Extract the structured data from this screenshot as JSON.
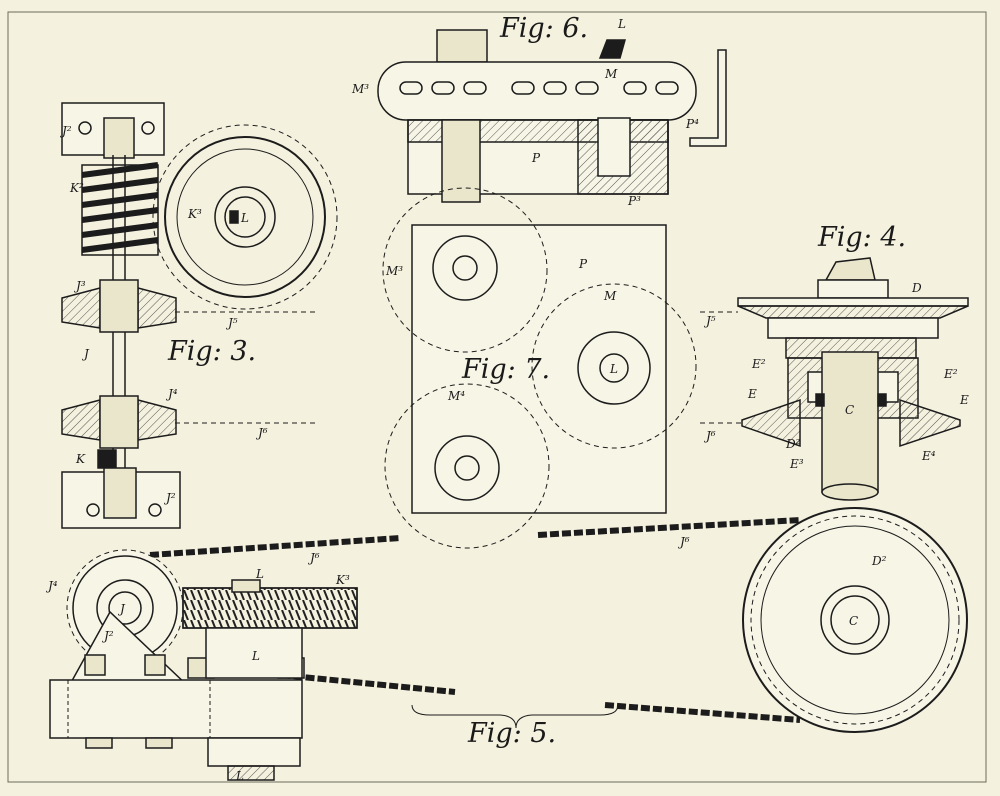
{
  "colors": {
    "paper": "#f4f1de",
    "ink": "#1c1c1c",
    "hatch": "#555555"
  },
  "figures": {
    "fig3": "Fig: 3.",
    "fig4": "Fig: 4.",
    "fig5": "Fig: 5.",
    "fig6": "Fig: 6.",
    "fig7": "Fig: 7."
  },
  "labels": {
    "fig3": {
      "j2a": "J²",
      "k2": "K²",
      "k3": "K³",
      "l": "L",
      "j3": "J³",
      "j5": "J⁵",
      "j": "J",
      "j4": "J⁴",
      "j6": "J⁶",
      "k": "K",
      "j2b": "J²"
    },
    "fig4": {
      "d": "D",
      "j5": "J⁵",
      "e2a": "E²",
      "e2b": "E²",
      "e_left": "E",
      "e_right": "E",
      "c": "C",
      "j6": "J⁶",
      "d2": "D²",
      "e3": "E³",
      "e4": "E⁴"
    },
    "fig5": {
      "j6a": "J⁶",
      "j6b": "J⁶",
      "l": "L",
      "k3": "K³",
      "j4": "J⁴",
      "j": "J",
      "j2": "J²",
      "l2": "L",
      "l_bottom": "L",
      "d2": "D²",
      "c": "C"
    },
    "fig6": {
      "l": "L",
      "m3": "M³",
      "m": "M",
      "p4": "P⁴",
      "p": "P",
      "p3": "P³"
    },
    "fig7": {
      "m3": "M³",
      "p": "P",
      "m": "M",
      "l": "L",
      "m4": "M⁴"
    }
  }
}
